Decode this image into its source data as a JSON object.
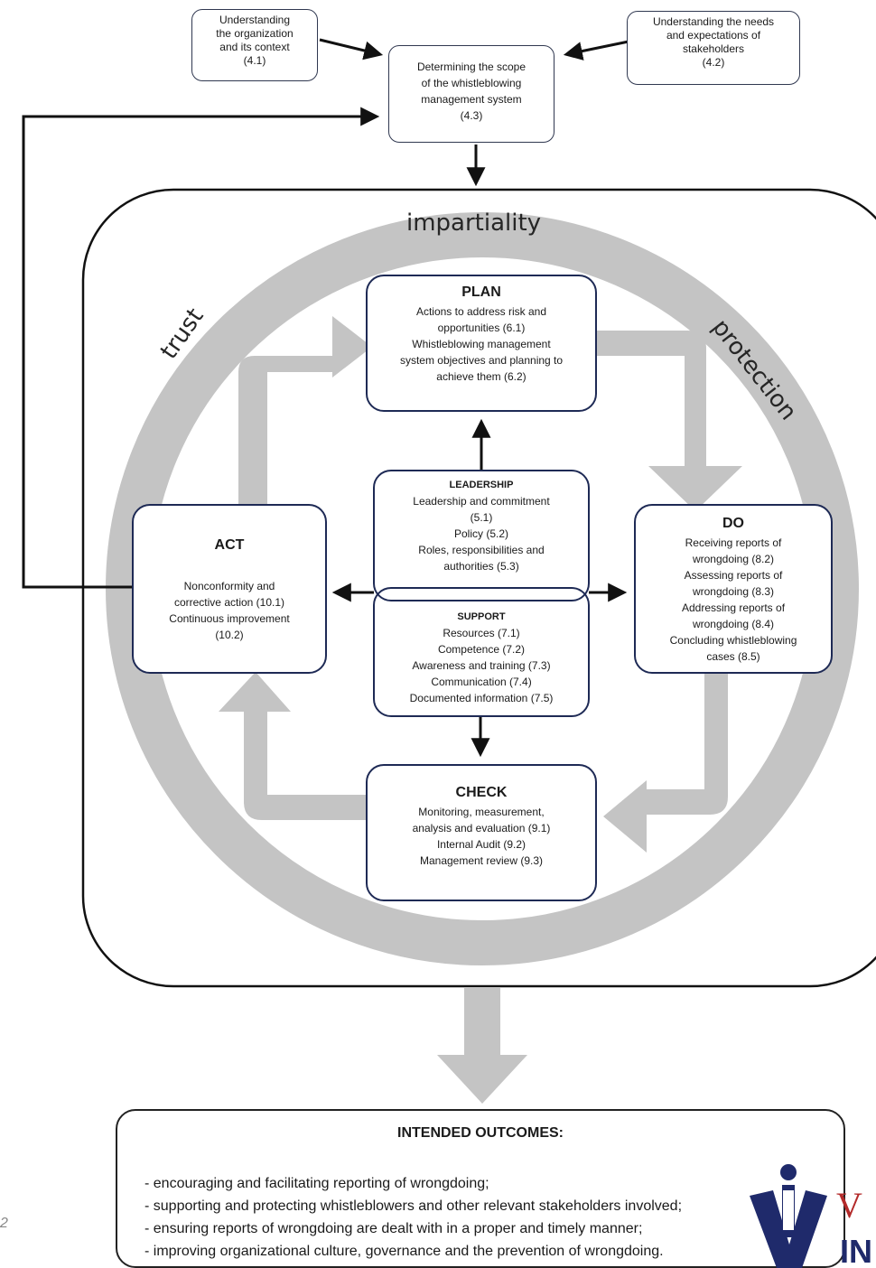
{
  "top": {
    "context_box": [
      "Understanding",
      "the organization",
      "and its context",
      "(4.1)"
    ],
    "needs_box": [
      "Understanding the needs",
      "and expectations of",
      "stakeholders",
      "(4.2)"
    ],
    "scope_box": [
      "Determining the scope",
      "of the whistleblowing",
      "management system",
      "(4.3)"
    ]
  },
  "ring": {
    "top_word": "impartiality",
    "left_word": "trust",
    "right_word": "protection"
  },
  "plan": {
    "title": "PLAN",
    "lines": [
      "Actions to address risk and",
      "opportunities (6.1)",
      "Whistleblowing management",
      "system objectives and planning to",
      "achieve them (6.2)"
    ]
  },
  "leadership": {
    "title": "LEADERSHIP",
    "lines": [
      "Leadership and commitment",
      "(5.1)",
      "Policy (5.2)",
      "Roles, responsibilities and",
      "authorities (5.3)"
    ]
  },
  "support": {
    "title": "SUPPORT",
    "lines": [
      "Resources (7.1)",
      "Competence (7.2)",
      "Awareness and training (7.3)",
      "Communication (7.4)",
      "Documented information (7.5)"
    ]
  },
  "act": {
    "title": "ACT",
    "lines": [
      "Nonconformity and",
      "corrective action (10.1)",
      "Continuous improvement",
      "(10.2)"
    ]
  },
  "do": {
    "title": "DO",
    "lines": [
      "Receiving reports of",
      "wrongdoing (8.2)",
      "Assessing reports of",
      "wrongdoing (8.3)",
      "Addressing reports of",
      "wrongdoing (8.4)",
      "Concluding whistleblowing",
      "cases (8.5)"
    ]
  },
  "check": {
    "title": "CHECK",
    "lines": [
      "Monitoring, measurement,",
      "analysis and evaluation (9.1)",
      "Internal Audit (9.2)",
      "Management review (9.3)"
    ]
  },
  "outcomes": {
    "title": "INTENDED OUTCOMES:",
    "items": [
      "- encouraging and facilitating reporting of wrongdoing;",
      "- supporting and protecting whistleblowers and other relevant stakeholders involved;",
      "- ensuring reports of wrongdoing are dealt with in a proper and timely manner;",
      "- improving organizational culture, governance and the prevention of wrongdoing."
    ]
  },
  "edge": {
    "logo_letters": "VIN",
    "margin_mark": "2"
  },
  "colors": {
    "ring_gray": "#c4c4c4",
    "box_border": "#1e2a55",
    "arrow": "#111111"
  }
}
